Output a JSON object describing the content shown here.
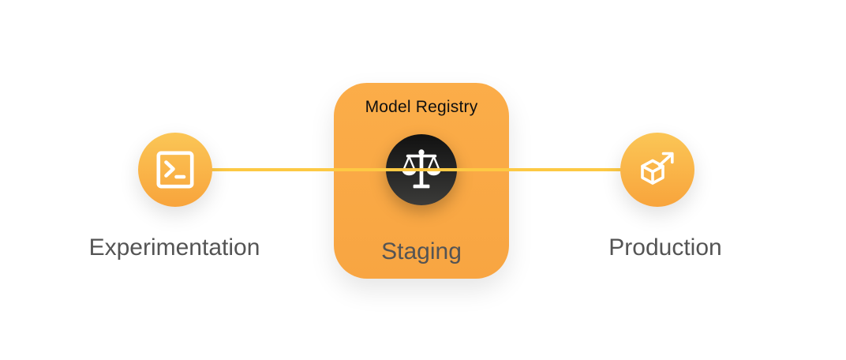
{
  "stages": [
    {
      "label": "Experimentation",
      "icon": "terminal-icon"
    },
    {
      "label": "Staging",
      "icon": "balance-scale-icon"
    },
    {
      "label": "Production",
      "icon": "cube-launch-icon"
    }
  ],
  "card": {
    "title": "Model Registry"
  },
  "colors": {
    "card_orange": "#f9a944",
    "circle_gradient_top": "#fbc656",
    "circle_gradient_bottom": "#f8a43c",
    "connector_yellow": "#fdc944",
    "dark_circle_top": "#111111",
    "dark_circle_bottom": "#3b3b39",
    "label_gray": "#545454",
    "title_black": "#0f0f0f",
    "icon_white": "#ffffff"
  }
}
